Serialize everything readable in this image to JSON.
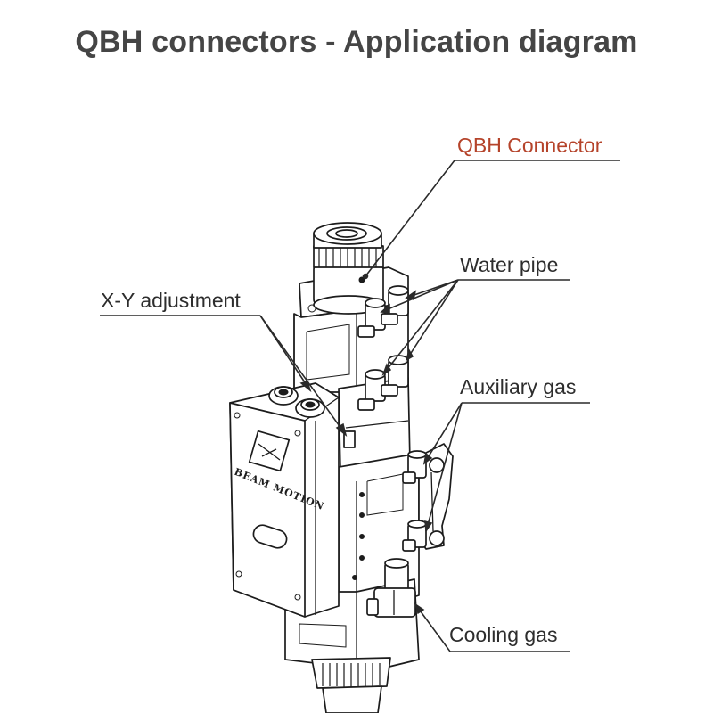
{
  "title": "QBH connectors - Application diagram",
  "labels": {
    "qbh_connector": "QBH Connector",
    "water_pipe": "Water pipe",
    "xy_adjustment": "X-Y adjustment",
    "auxiliary_gas": "Auxiliary gas",
    "cooling_gas": "Cooling gas"
  },
  "device_engraving": "BEAM MOTION",
  "colors": {
    "title": "#454545",
    "label": "#2d2d2d",
    "accent_label": "#b5432a",
    "line": "#2a2a2a"
  }
}
